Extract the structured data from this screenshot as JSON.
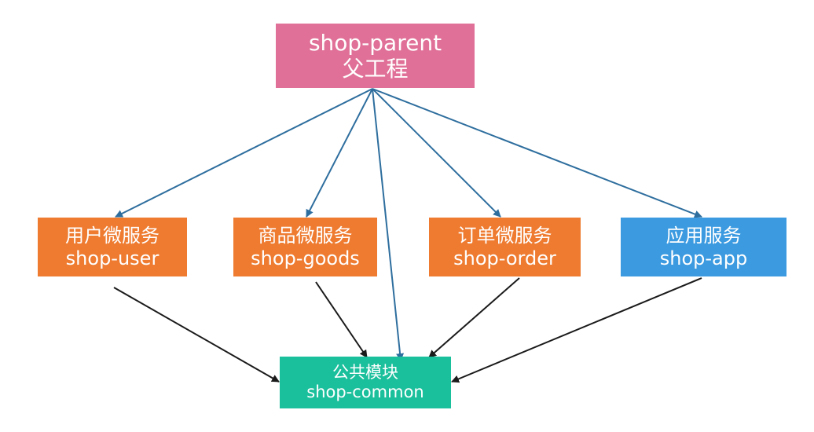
{
  "colors": {
    "parent": "#E07097",
    "service": "#EE7B30",
    "app": "#3B9AE0",
    "common": "#1ABF9C",
    "blue_edge": "#2E6E9E",
    "black_edge": "#1A1A1A"
  },
  "nodes": {
    "parent": {
      "line1": "shop-parent",
      "line2": "父工程"
    },
    "user": {
      "line1": "用户微服务",
      "line2": "shop-user"
    },
    "goods": {
      "line1": "商品微服务",
      "line2": "shop-goods"
    },
    "order": {
      "line1": "订单微服务",
      "line2": "shop-order"
    },
    "app": {
      "line1": "应用服务",
      "line2": "shop-app"
    },
    "common": {
      "line1": "公共模块",
      "line2": "shop-common"
    }
  },
  "edges": [
    {
      "from": "parent",
      "to": "user",
      "kind": "blue"
    },
    {
      "from": "parent",
      "to": "goods",
      "kind": "blue"
    },
    {
      "from": "parent",
      "to": "common",
      "kind": "blue"
    },
    {
      "from": "parent",
      "to": "order",
      "kind": "blue"
    },
    {
      "from": "parent",
      "to": "app",
      "kind": "blue"
    },
    {
      "from": "user",
      "to": "common",
      "kind": "black"
    },
    {
      "from": "goods",
      "to": "common",
      "kind": "black"
    },
    {
      "from": "order",
      "to": "common",
      "kind": "black"
    },
    {
      "from": "app",
      "to": "common",
      "kind": "black"
    }
  ]
}
